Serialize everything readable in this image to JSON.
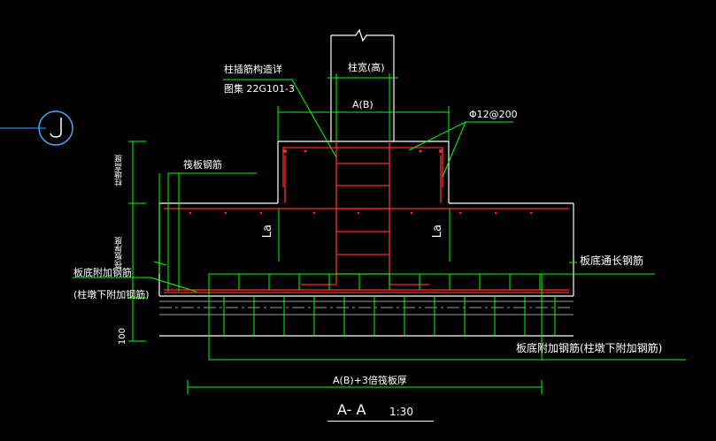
{
  "labels": {
    "column_width": "柱宽(高)",
    "column_rebar_detail": "柱插筋构造详",
    "atlas_ref": "图集 22G101-3",
    "dim_ab": "A(B)",
    "stirrup_spec": "Φ12@200",
    "raft_rebar": "筏板钢筋",
    "cap_height": "柱墩高度",
    "raft_thickness": "筏板厚度",
    "la_left": "La",
    "la_right": "La",
    "bottom_through_rebar": "板底通长钢筋",
    "bottom_extra_rebar": "板底附加钢筋",
    "under_cap_extra_rebar": "(柱墩下附加钢筋)",
    "dim_100": "100",
    "bottom_extra_rebar_long": "板底附加钢筋(柱墩下附加钢筋)",
    "dim_ab_plus": "A(B)+3倍筏板厚",
    "section_name": "A- A",
    "section_scale": "1:30"
  },
  "colors": {
    "background": "#000000",
    "outline": "#ffffff",
    "rebar": "#ff2a2a",
    "dimension": "#00ff00",
    "leader": "#00ff00",
    "axis_bubble": "#3fa9f5",
    "hatch": "#cfcfcf"
  }
}
